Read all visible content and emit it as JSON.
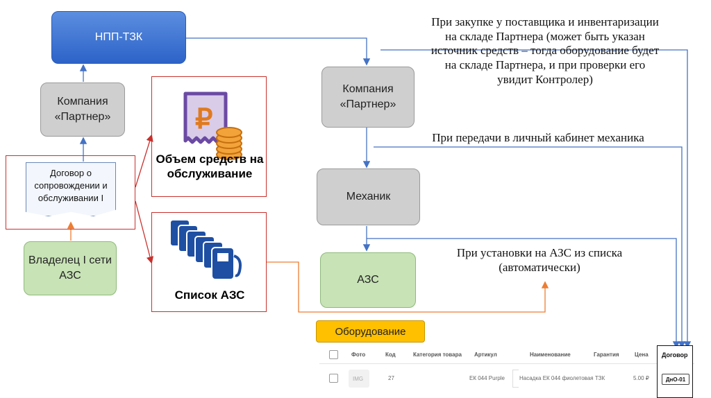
{
  "nodes": {
    "npp": "НПП-ТЗК",
    "partner_left": "Компания «Партнер»",
    "partner_right": "Компания «Партнер»",
    "contract_doc": "Договор о сопровождении и обслуживании I",
    "owner": "Владелец I сети АЗС",
    "funds_caption": "Объем средств на обслуживание",
    "stations_caption": "Список АЗС",
    "mechanic": "Механик",
    "azs": "АЗС"
  },
  "notes": {
    "purchase": "При закупке у поставщика и инвентаризации на складе Партнера (может быть указан источник средств – тогда оборудование будет на складе Партнера, и при проверки его увидит Контролер)",
    "transfer": "При передачи в личный кабинет механика",
    "install": "При установки на АЗС из списка (автоматически)"
  },
  "equipment": {
    "label": "Оборудование",
    "columns": [
      "Фото",
      "Код",
      "Категория товара",
      "Артикул",
      "Наименование",
      "Гарантия",
      "Цена",
      "Договор"
    ],
    "row": {
      "photo": "IMG",
      "code": "27",
      "category": "",
      "article": "ЕК 044 Purple",
      "name": "Насадка ЕК 044 фиолетовая ТЗК",
      "warranty": "",
      "price": "5.00 ₽",
      "contract": "ДнО-01"
    }
  },
  "icons": [
    "receipt-ruble-icon",
    "coin-stack-icon",
    "fuel-pump-stack-icon"
  ],
  "colors": {
    "blue_box": "#2d63c8",
    "gray_box": "#cfcfcf",
    "green_box": "#c8e3b6",
    "red_frame": "#c9302c",
    "arrow_blue": "#4472c4",
    "arrow_orange": "#ed7d31",
    "badge": "#ffc000",
    "icon_purple": "#6b4aa3",
    "icon_blue": "#1f4fa3"
  }
}
